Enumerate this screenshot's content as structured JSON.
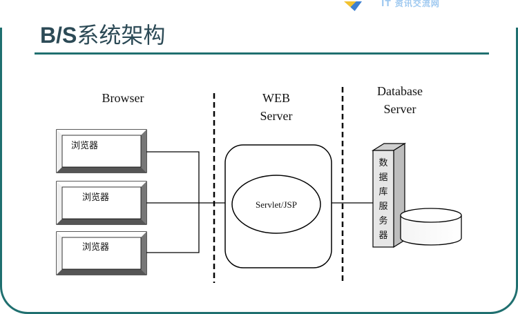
{
  "logo": {
    "text": "IT 资讯交流网"
  },
  "slide": {
    "title_latin": "B/S",
    "title_cjk": "系统架构"
  },
  "diagram": {
    "columns": {
      "browser": "Browser",
      "web_line1": "WEB",
      "web_line2": "Server",
      "db_line1": "Database",
      "db_line2": "Server"
    },
    "browsers": [
      "浏览器",
      "浏览器",
      "浏览器"
    ],
    "servlet_label": "Servlet/JSP",
    "db_server_chars": [
      "数",
      "据",
      "库",
      "服",
      "务",
      "器"
    ]
  }
}
